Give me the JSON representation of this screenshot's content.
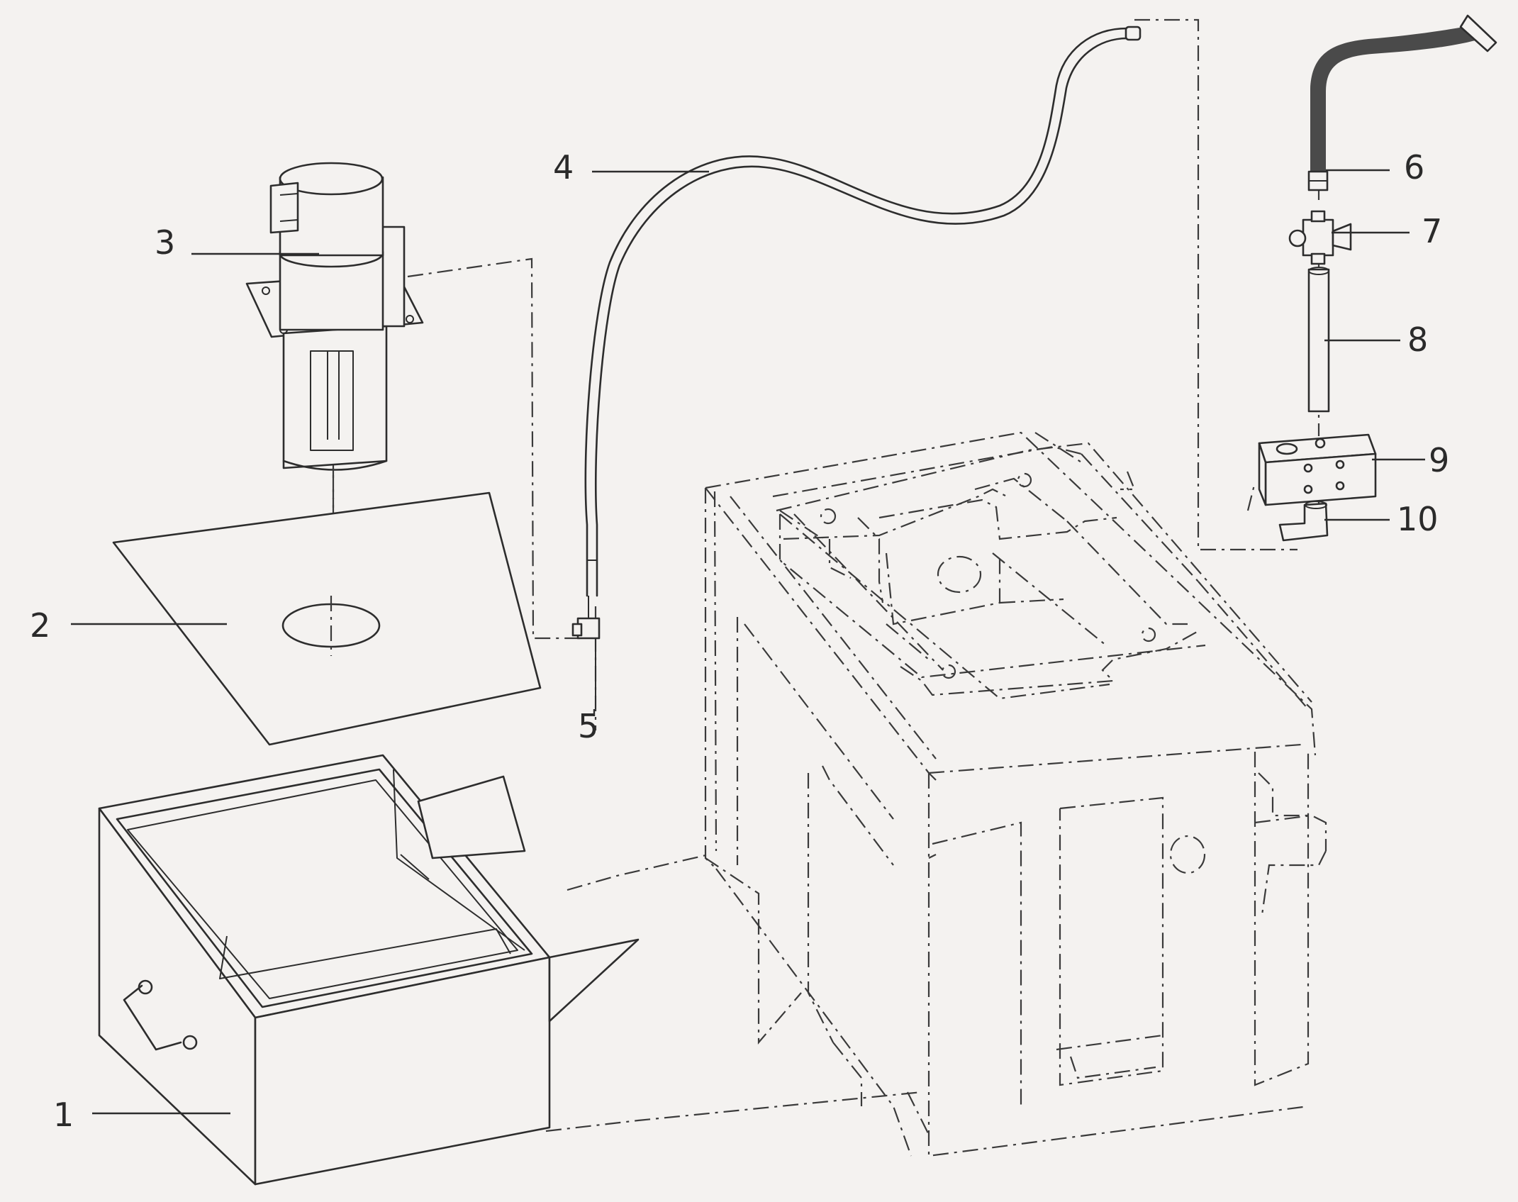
{
  "callouts": [
    {
      "id": "1",
      "label": "1"
    },
    {
      "id": "2",
      "label": "2"
    },
    {
      "id": "3",
      "label": "3"
    },
    {
      "id": "4",
      "label": "4"
    },
    {
      "id": "5",
      "label": "5"
    },
    {
      "id": "6",
      "label": "6"
    },
    {
      "id": "7",
      "label": "7"
    },
    {
      "id": "8",
      "label": "8"
    },
    {
      "id": "9",
      "label": "9"
    },
    {
      "id": "10",
      "label": "10"
    }
  ],
  "colors": {
    "ink": "#2d2d2d",
    "paper": "#f4f2f0"
  }
}
